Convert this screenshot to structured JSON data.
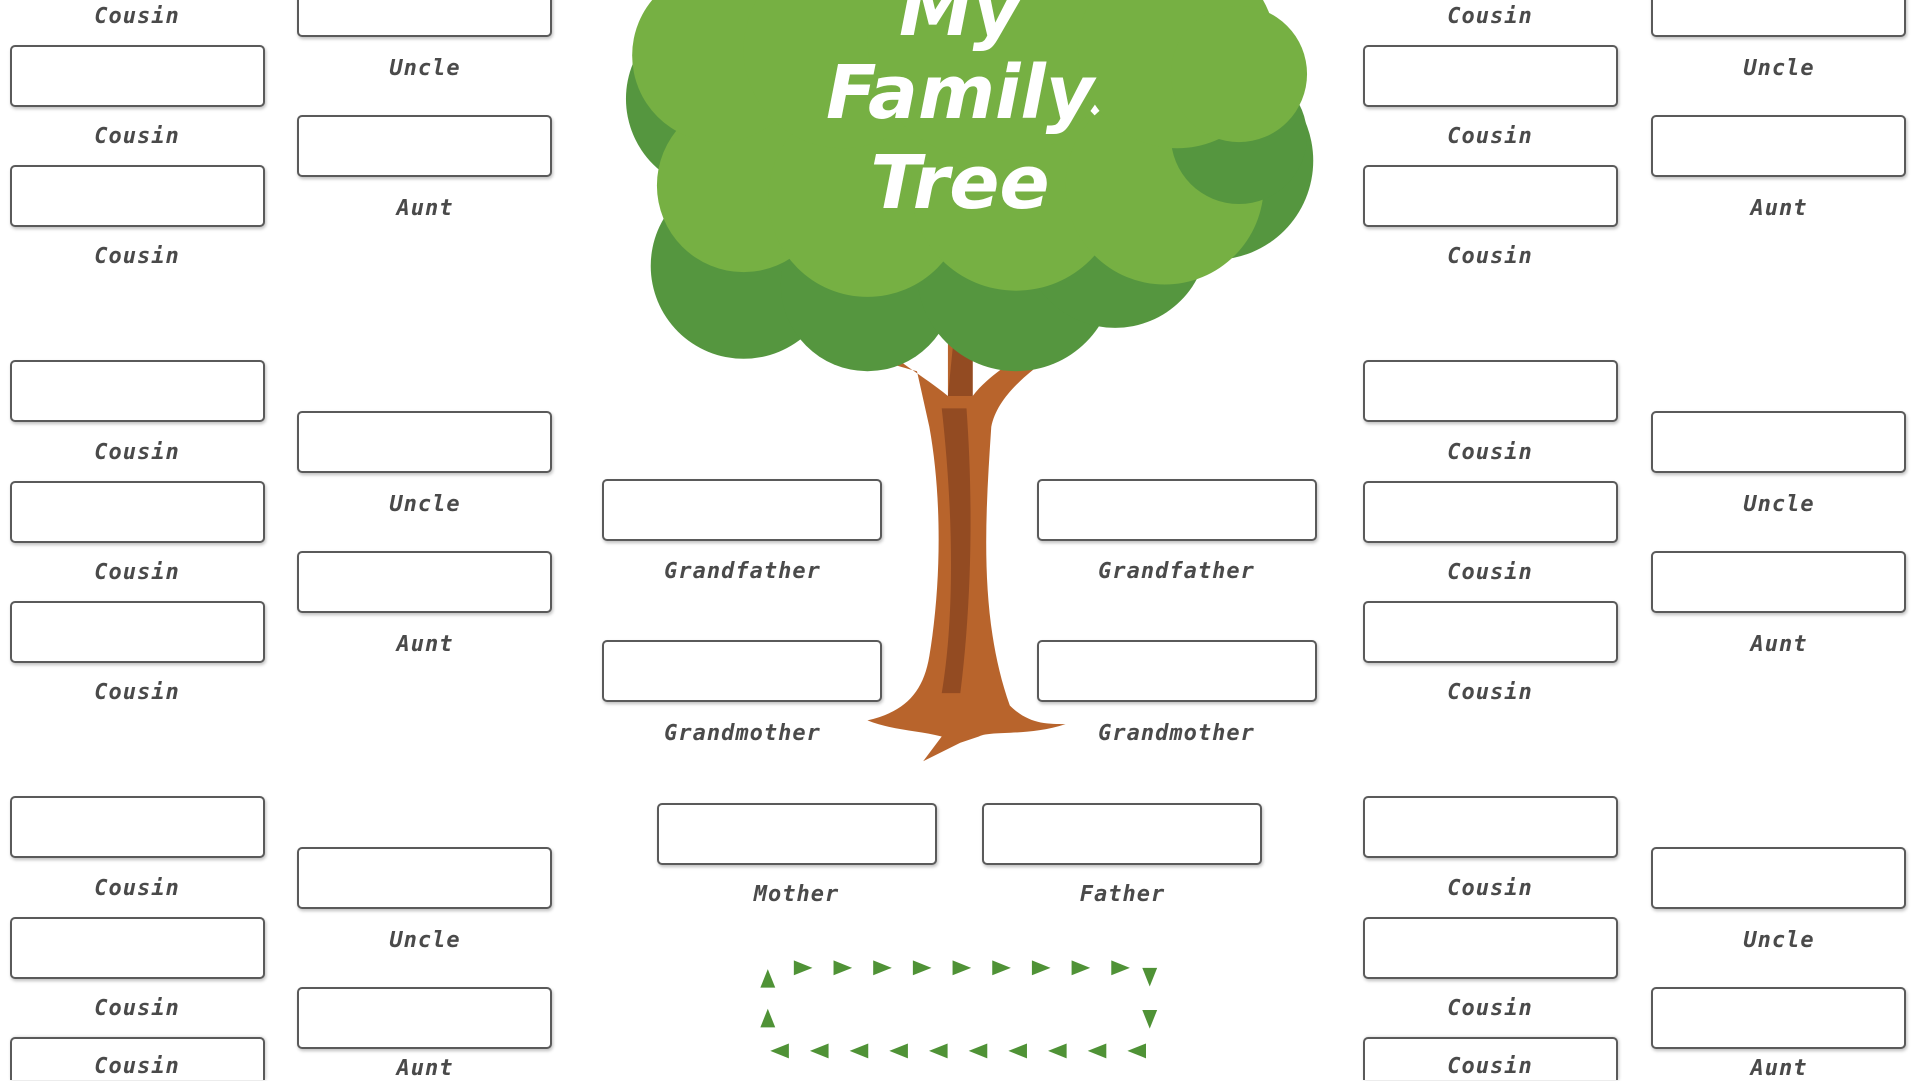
{
  "title": {
    "line1": "My",
    "line2": "Family",
    "line3": "Tree"
  },
  "colors": {
    "leaf_light": "#76b043",
    "leaf_dark": "#55963f",
    "trunk": "#b8642c",
    "trunk_dark": "#8a4520",
    "arrow": "#4f9236",
    "box_border": "#5a5a5a",
    "label": "#4a4a4a"
  },
  "left": {
    "groups": [
      {
        "cousins": [
          "Cousin",
          "Cousin",
          "Cousin"
        ],
        "uncle": "Uncle",
        "aunt": "Aunt"
      },
      {
        "cousins": [
          "Cousin",
          "Cousin",
          "Cousin"
        ],
        "uncle": "Uncle",
        "aunt": "Aunt"
      },
      {
        "cousins": [
          "Cousin",
          "Cousin",
          "Cousin"
        ],
        "uncle": "Uncle",
        "aunt": "Aunt"
      }
    ]
  },
  "right": {
    "groups": [
      {
        "cousins": [
          "Cousin",
          "Cousin",
          "Cousin"
        ],
        "uncle": "Uncle",
        "aunt": "Aunt"
      },
      {
        "cousins": [
          "Cousin",
          "Cousin",
          "Cousin"
        ],
        "uncle": "Uncle",
        "aunt": "Aunt"
      },
      {
        "cousins": [
          "Cousin",
          "Cousin",
          "Cousin"
        ],
        "uncle": "Uncle",
        "aunt": "Aunt"
      }
    ]
  },
  "center": {
    "grandfather_left": "Grandfather",
    "grandfather_right": "Grandfather",
    "grandmother_left": "Grandmother",
    "grandmother_right": "Grandmother",
    "mother": "Mother",
    "father": "Father"
  }
}
